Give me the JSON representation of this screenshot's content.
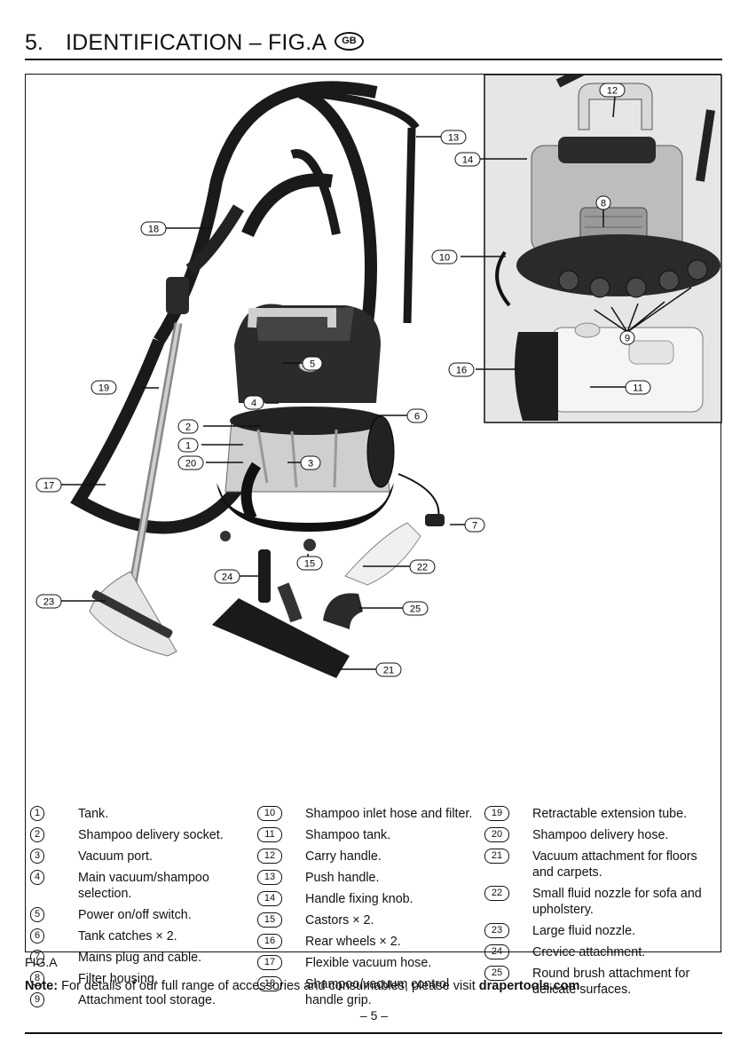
{
  "header": {
    "section_number": "5.",
    "title": "IDENTIFICATION – FIG.A",
    "badge": "GB"
  },
  "figure": {
    "callouts": [
      "12",
      "13",
      "14",
      "8",
      "18",
      "10",
      "16",
      "11",
      "9",
      "5",
      "19",
      "4",
      "6",
      "2",
      "1",
      "20",
      "3",
      "17",
      "7",
      "15",
      "22",
      "24",
      "23",
      "25",
      "21"
    ]
  },
  "legend": {
    "col1": [
      {
        "num": "1",
        "text": "Tank."
      },
      {
        "num": "2",
        "text": "Shampoo delivery socket."
      },
      {
        "num": "3",
        "text": "Vacuum port."
      },
      {
        "num": "4",
        "text": "Main vacuum/shampoo selection."
      },
      {
        "num": "5",
        "text": "Power on/off switch."
      },
      {
        "num": "6",
        "text": "Tank catches × 2."
      },
      {
        "num": "7",
        "text": "Mains plug and cable."
      },
      {
        "num": "8",
        "text": "Filter housing."
      },
      {
        "num": "9",
        "text": "Attachment tool storage."
      }
    ],
    "col2": [
      {
        "num": "10",
        "text": "Shampoo inlet hose and filter."
      },
      {
        "num": "11",
        "text": "Shampoo tank."
      },
      {
        "num": "12",
        "text": "Carry handle."
      },
      {
        "num": "13",
        "text": "Push handle."
      },
      {
        "num": "14",
        "text": "Handle fixing knob."
      },
      {
        "num": "15",
        "text": "Castors × 2."
      },
      {
        "num": "16",
        "text": "Rear wheels × 2."
      },
      {
        "num": "17",
        "text": "Flexible vacuum hose."
      },
      {
        "num": "18",
        "text": "Shampoo/vacuum control handle grip."
      }
    ],
    "col3": [
      {
        "num": "19",
        "text": "Retractable extension tube."
      },
      {
        "num": "20",
        "text": "Shampoo delivery hose."
      },
      {
        "num": "21",
        "text": "Vacuum attachment for floors and carpets."
      },
      {
        "num": "22",
        "text": "Small fluid nozzle for sofa and upholstery."
      },
      {
        "num": "23",
        "text": "Large fluid nozzle."
      },
      {
        "num": "24",
        "text": "Crevice attachment."
      },
      {
        "num": "25",
        "text": "Round brush attachment for delicate surfaces."
      }
    ]
  },
  "figure_label": "FIG.A",
  "note": {
    "prefix": "Note:",
    "text": " For details of our full range of accessories and consumables, please visit ",
    "link": "drapertools.com"
  },
  "page_number": "– 5 –"
}
